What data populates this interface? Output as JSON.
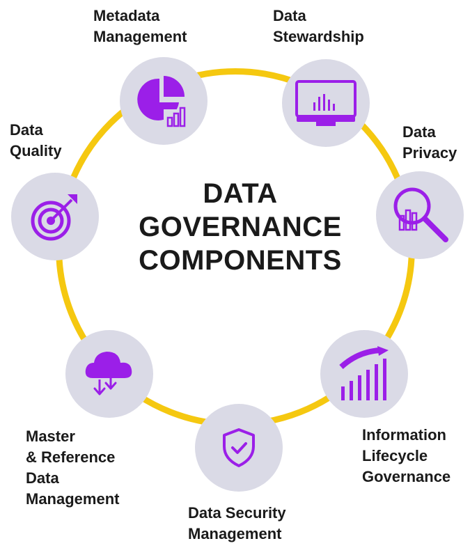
{
  "title": {
    "line1": "DATA",
    "line2": "GOVERNANCE",
    "line3": "COMPONENTS"
  },
  "colors": {
    "ring": "#F5C810",
    "node": "#DADAE6",
    "icon": "#9B1FE8",
    "text": "#1a1a1a"
  },
  "components": {
    "metadata_management": {
      "lines": [
        "Metadata",
        "Management"
      ],
      "icon": "pie-chart-bar-icon"
    },
    "data_stewardship": {
      "lines": [
        "Data",
        "Stewardship"
      ],
      "icon": "monitor-chart-icon"
    },
    "data_privacy": {
      "lines": [
        "Data",
        "Privacy"
      ],
      "icon": "magnifier-chart-icon"
    },
    "information_lifecycle": {
      "lines": [
        "Information",
        "Lifecycle",
        "Governance"
      ],
      "icon": "growth-chart-icon"
    },
    "data_security": {
      "lines": [
        "Data Security",
        "Management"
      ],
      "icon": "shield-check-icon"
    },
    "master_reference": {
      "lines": [
        "Master",
        "& Reference",
        "Data",
        "Management"
      ],
      "icon": "cloud-download-icon"
    },
    "data_quality": {
      "lines": [
        "Data",
        "Quality"
      ],
      "icon": "target-arrow-icon"
    }
  }
}
